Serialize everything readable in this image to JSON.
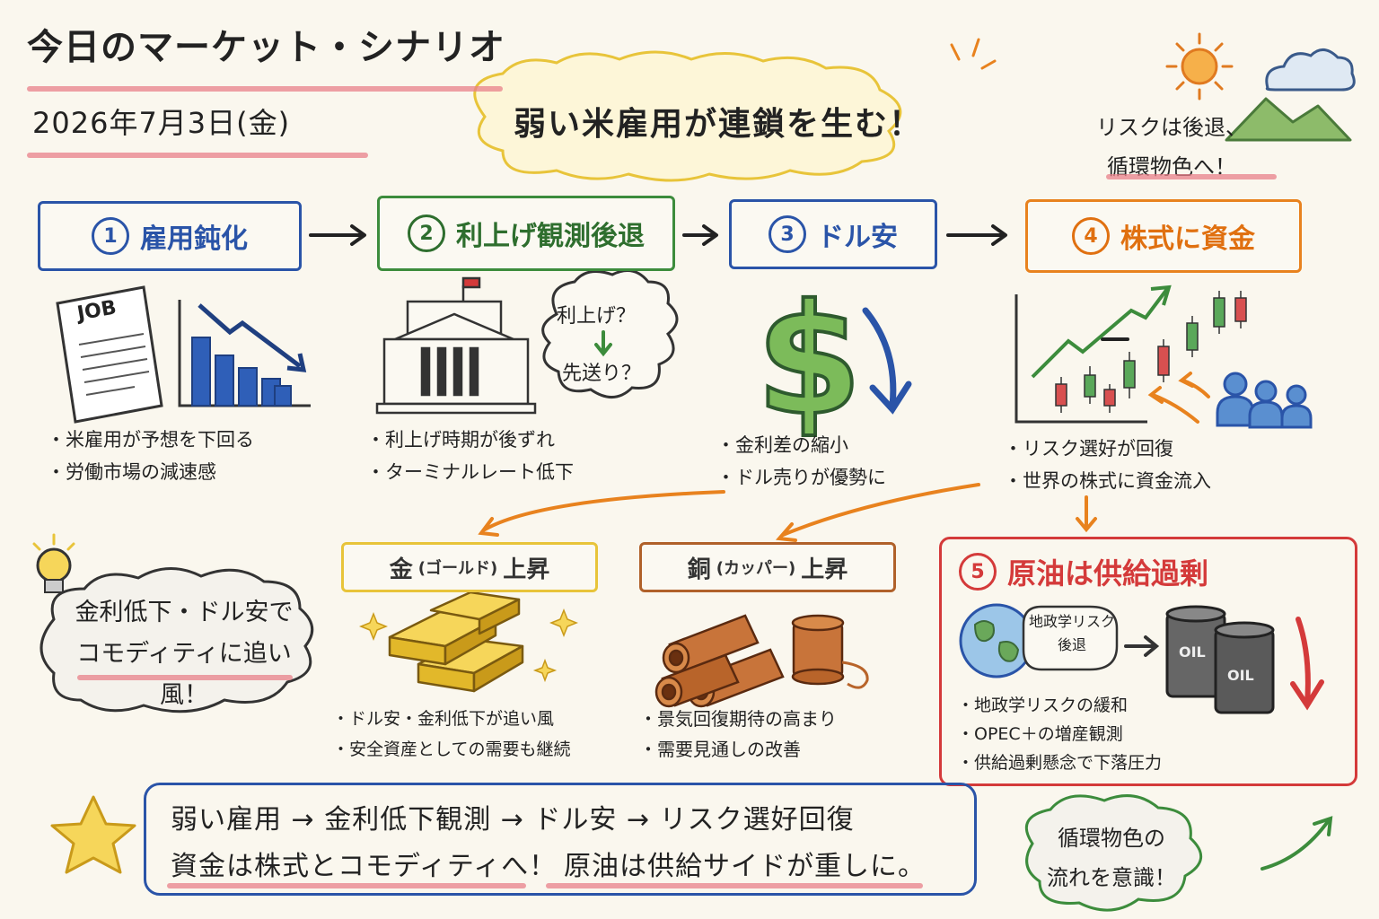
{
  "header": {
    "title": "今日のマーケット・シナリオ",
    "date": "2026年7月3日(金)",
    "headline": "弱い米雇用が連鎖を生む！",
    "top_right": [
      "リスクは後退、",
      "循環物色へ！"
    ]
  },
  "steps": [
    {
      "num": "1",
      "label": "雇用鈍化",
      "color": "#2a54a8",
      "bullets": [
        "米雇用が予想を下回る",
        "労働市場の減速感"
      ]
    },
    {
      "num": "2",
      "label": "利上げ観測後退",
      "color": "#3c8c3c",
      "bullets": [
        "利上げ時期が後ずれ",
        "ターミナルレート低下"
      ]
    },
    {
      "num": "3",
      "label": "ドル安",
      "color": "#2a54a8",
      "bullets": [
        "金利差の縮小",
        "ドル売りが優勢に"
      ]
    },
    {
      "num": "4",
      "label": "株式に資金",
      "color": "#e8821e",
      "bullets": [
        "リスク選好が回復",
        "世界の株式に資金流入"
      ]
    },
    {
      "num": "5",
      "label": "原油は供給過剰",
      "color": "#d43a3a",
      "bullets": [
        "地政学リスクの緩和",
        "OPEC＋の増産観測",
        "供給過剰懸念で下落圧力"
      ]
    }
  ],
  "illustrations": {
    "job_doc": "JOB",
    "rate_cloud": [
      "利上げ？",
      "先送り？"
    ],
    "dollar": "$",
    "geo_bubble": [
      "地政学リスク",
      "後退"
    ],
    "oil_label": "OIL"
  },
  "commodities": {
    "gold": {
      "main": "金",
      "sub": "(ゴールド)",
      "trend": "上昇",
      "bullets": [
        "ドル安・金利低下が追い風",
        "安全資産としての需要も継続"
      ]
    },
    "copper": {
      "main": "銅",
      "sub": "(カッパー)",
      "trend": "上昇",
      "bullets": [
        "景気回復期待の高まり",
        "需要見通しの改善"
      ]
    }
  },
  "tip_cloud": [
    "金利低下・ドル安で",
    "コモディティに追い風！"
  ],
  "summary": {
    "line1": "弱い雇用 → 金利低下観測 → ドル安 → リスク選好回復",
    "line2a": "資金は株式とコモディティへ！",
    "line2b": "原油は供給サイドが重しに。"
  },
  "end_cloud": [
    "循環物色の",
    "流れを意識！"
  ],
  "icons": [
    "lightbulb-icon",
    "sun-icon",
    "cloud-icon",
    "mountain-icon",
    "star-icon",
    "sparkle-icon",
    "globe-icon",
    "flag-icon",
    "dollar-icon",
    "people-icon"
  ],
  "colors": {
    "blue": "#2a54a8",
    "green": "#3c8c3c",
    "orange": "#e8821e",
    "red": "#d43a3a",
    "gold": "#c9a215",
    "copper": "#b0612a",
    "yellow": "#e8c43a"
  }
}
